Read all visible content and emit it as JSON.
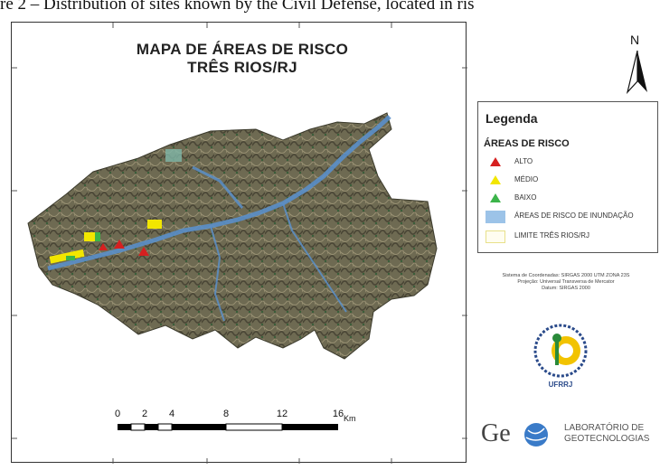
{
  "caption": "re 2 – Distribution of sites known by the Civil Defense, located in ris",
  "map": {
    "title_line1": "MAPA DE ÁREAS DE RISCO",
    "title_line2": "TRÊS RIOS/RJ"
  },
  "north_label": "N",
  "legend": {
    "title": "Legenda",
    "subtitle": "ÁREAS DE RISCO",
    "items": [
      {
        "label": "ALTO",
        "color": "#d62020",
        "symbol": "triangle"
      },
      {
        "label": "MÉDIO",
        "color": "#f2e600",
        "symbol": "triangle"
      },
      {
        "label": "BAIXO",
        "color": "#3cb44a",
        "symbol": "triangle"
      },
      {
        "label": "ÁREAS DE RISCO DE INUNDAÇÃO",
        "color": "#9cc3e8",
        "symbol": "box"
      },
      {
        "label": "LIMITE TRÊS RIOS/RJ",
        "color": "#f7f3b0",
        "symbol": "box-outline"
      }
    ]
  },
  "coordinate_info": {
    "line1": "Sistema de Coordenadas: SIRGAS 2000 UTM ZONA 23S",
    "line2": "Projeção: Universal Transversa de Mercator",
    "line3": "Datum: SIRGAS 2000"
  },
  "scale": {
    "labels": [
      "0",
      "2",
      "4",
      "8",
      "12",
      "16"
    ],
    "unit": "Km"
  },
  "logos": {
    "ufrrj_text": "UFRRJ",
    "geo_prefix": "Ge",
    "geo_line1": "LABORATÓRIO DE",
    "geo_line2": "GEOTECNOLOGIAS"
  },
  "colors": {
    "terrain": "#6e6a52",
    "terrain_dark": "#3f3c2e",
    "river": "#5a8fc9",
    "high": "#d62020",
    "medium": "#f2e600",
    "low": "#3cb44a"
  }
}
